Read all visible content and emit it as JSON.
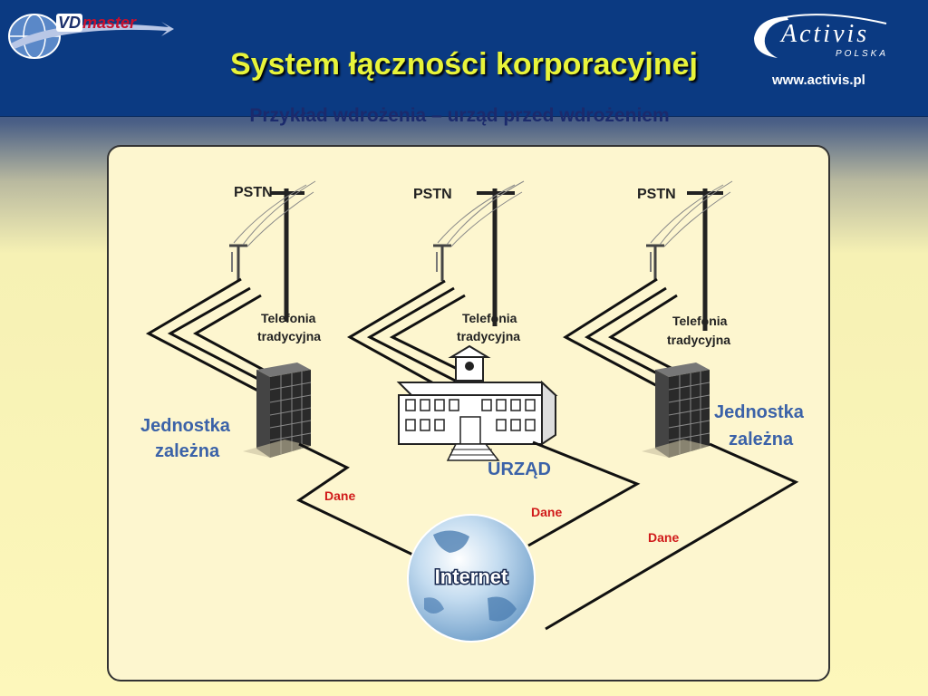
{
  "header": {
    "logo_left": {
      "prefix": "VD",
      "suffix": "master"
    },
    "title": "System łączności korporacyjnej",
    "subtitle": "Przykład wdrożenia – urząd przed wdrożeniem",
    "brand": {
      "name": "Activis",
      "sub": "POLSKA"
    },
    "url": "www.activis.pl"
  },
  "diagram": {
    "pstn_labels": [
      "PSTN",
      "PSTN",
      "PSTN"
    ],
    "telefonia_labels": [
      [
        "Telefonia",
        "tradycyjna"
      ],
      [
        "Telefonia",
        "tradycyjna"
      ],
      [
        "Telefonia",
        "tradycyjna"
      ]
    ],
    "unit_left": [
      "Jednostka",
      "zależna"
    ],
    "unit_right": [
      "Jednostka",
      "zależna"
    ],
    "office": "URZĄD",
    "dane_labels": [
      "Dane",
      "Dane",
      "Dane"
    ],
    "internet": "Internet"
  },
  "colors": {
    "header_bg": "#0b3a82",
    "title": "#e8f43a",
    "subtitle": "#1b2a6c",
    "unit_label": "#3b62a8",
    "office_label": "#3b62a8",
    "dane": "#d01a1a",
    "panel_bg": "#fdf6cf"
  }
}
